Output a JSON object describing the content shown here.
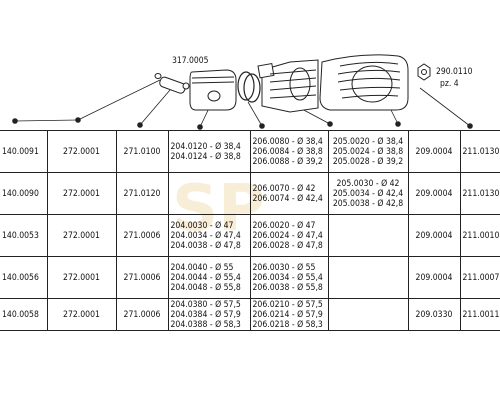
{
  "callouts": {
    "pin": "317.0005",
    "nut": "290.0110",
    "nut_qty": "pz. 4"
  },
  "table": {
    "rows": [
      {
        "ref": "140.0091",
        "gasket": "272.0001",
        "kit": "271.0100",
        "pistons": [
          "204.0120 - Ø 38,4",
          "204.0124 - Ø 38,8"
        ],
        "rings": [
          "206.0080 - Ø 38,4",
          "206.0084 - Ø 38,8",
          "206.0088 - Ø 39,2"
        ],
        "cylinders": [
          "205.0020 - Ø 38,4",
          "205.0024 - Ø 38,8",
          "205.0028 - Ø 39,2"
        ],
        "head": "209.0004",
        "code": "211.0130"
      },
      {
        "ref": "140.0090",
        "gasket": "272.0001",
        "kit": "271.0120",
        "pistons": [],
        "rings": [
          "206.0070 - Ø 42",
          "206.0074 - Ø 42,4"
        ],
        "cylinders": [
          "205.0030 - Ø 42",
          "205.0034 - Ø 42,4",
          "205.0038 - Ø 42,8"
        ],
        "head": "209.0004",
        "code": "211.0130"
      },
      {
        "ref": "140.0053",
        "gasket": "272.0001",
        "kit": "271.0006",
        "pistons": [
          "204.0030 - Ø 47",
          "204.0034 - Ø 47,4",
          "204.0038 - Ø 47,8"
        ],
        "rings": [
          "206.0020 - Ø 47",
          "206.0024 - Ø 47,4",
          "206.0028 - Ø 47,8"
        ],
        "cylinders": [],
        "head": "209.0004",
        "code": "211.0010"
      },
      {
        "ref": "140.0056",
        "gasket": "272.0001",
        "kit": "271.0006",
        "pistons": [
          "204.0040 - Ø 55",
          "204.0044 - Ø 55,4",
          "204.0048 - Ø 55,8"
        ],
        "rings": [
          "206.0030 - Ø 55",
          "206.0034 - Ø 55,4",
          "206.0038 - Ø 55,8"
        ],
        "cylinders": [],
        "head": "209.0004",
        "code": "211.0007"
      },
      {
        "ref": "140.0058",
        "gasket": "272.0001",
        "kit": "271.0006",
        "pistons": [
          "204.0380 - Ø 57,5",
          "204.0384 - Ø 57,9",
          "204.0388 - Ø 58,3"
        ],
        "rings": [
          "206.0210 - Ø 57,5",
          "206.0214 - Ø 57,9",
          "206.0218 - Ø 58,3"
        ],
        "cylinders": [],
        "head": "209.0330",
        "code": "211.0011"
      }
    ]
  }
}
